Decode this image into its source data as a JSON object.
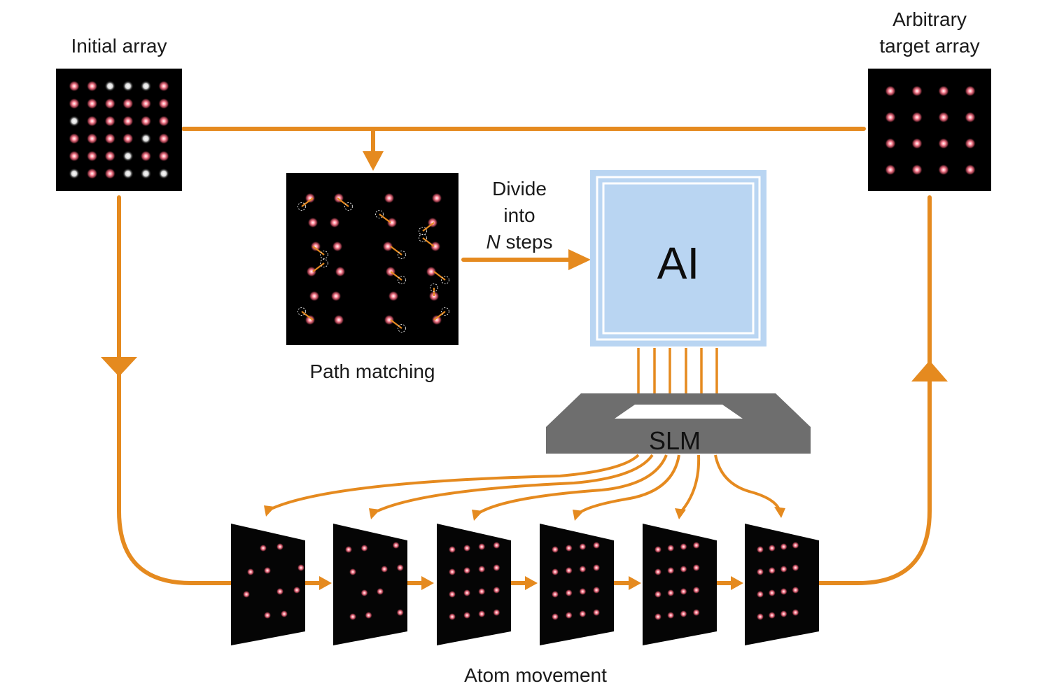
{
  "labels": {
    "initial_array": "Initial array",
    "target_array_line1": "Arbitrary",
    "target_array_line2": "target array",
    "divide_line1": "Divide",
    "divide_line2": "into",
    "divide_line3_italic": "N",
    "divide_line3_rest": " steps",
    "ai": "AI",
    "slm": "SLM",
    "path_matching": "Path matching",
    "atom_movement": "Atom movement"
  },
  "colors": {
    "arrow": "#e58a1f",
    "panel": "#000000",
    "ai_fill": "#b9d5f2",
    "ai_border": "#c9def5",
    "slm_body": "#6e6e6e",
    "atom_red": "#e4687a",
    "atom_white": "#f2f2f2"
  },
  "initial_array": {
    "rows": 6,
    "cols": 6,
    "pattern": [
      "RRWWWR",
      "RRRRRR",
      "WRRRRR",
      "RRRRWR",
      "RRRWRR",
      "WRRWWW"
    ]
  },
  "target_array": {
    "rows": 4,
    "cols": 4
  },
  "atom_movement": {
    "frames": 6
  }
}
